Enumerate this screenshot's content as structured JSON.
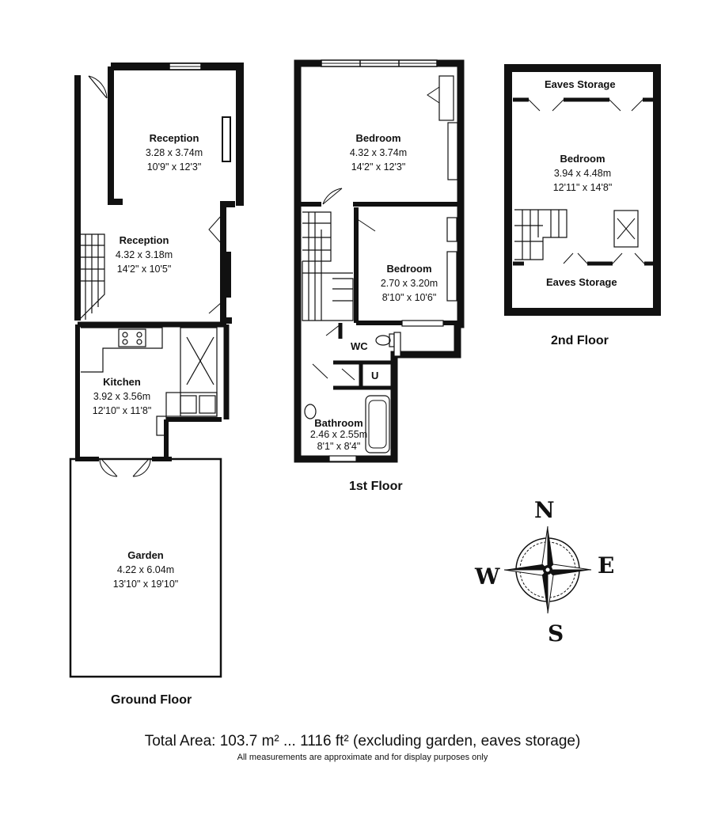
{
  "floors": {
    "ground": {
      "title": "Ground Floor",
      "rooms": [
        {
          "name": "Reception",
          "metric": "3.28 x 3.74m",
          "imperial": "10'9\" x 12'3\""
        },
        {
          "name": "Reception",
          "metric": "4.32 x 3.18m",
          "imperial": "14'2\" x 10'5\""
        },
        {
          "name": "Kitchen",
          "metric": "3.92 x 3.56m",
          "imperial": "12'10\" x 11'8\""
        },
        {
          "name": "Garden",
          "metric": "4.22 x 6.04m",
          "imperial": "13'10\" x 19'10\""
        }
      ]
    },
    "first": {
      "title": "1st Floor",
      "rooms": [
        {
          "name": "Bedroom",
          "metric": "4.32 x 3.74m",
          "imperial": "14'2\" x 12'3\""
        },
        {
          "name": "Bedroom",
          "metric": "2.70 x 3.20m",
          "imperial": "8'10\" x 10'6\""
        },
        {
          "name": "Bathroom",
          "metric": "2.46 x 2.55m",
          "imperial": "8'1\" x 8'4\""
        }
      ],
      "wc_label": "WC",
      "u_label": "U"
    },
    "second": {
      "title": "2nd Floor",
      "eaves_top": "Eaves Storage",
      "eaves_bottom": "Eaves Storage",
      "rooms": [
        {
          "name": "Bedroom",
          "metric": "3.94 x 4.48m",
          "imperial": "12'11\" x 14'8\""
        }
      ]
    }
  },
  "compass": {
    "n": "N",
    "e": "E",
    "s": "S",
    "w": "W"
  },
  "total_area": "Total Area: 103.7 m² ... 1116 ft² (excluding garden, eaves storage)",
  "disclaimer": "All measurements are approximate and for display purposes only"
}
